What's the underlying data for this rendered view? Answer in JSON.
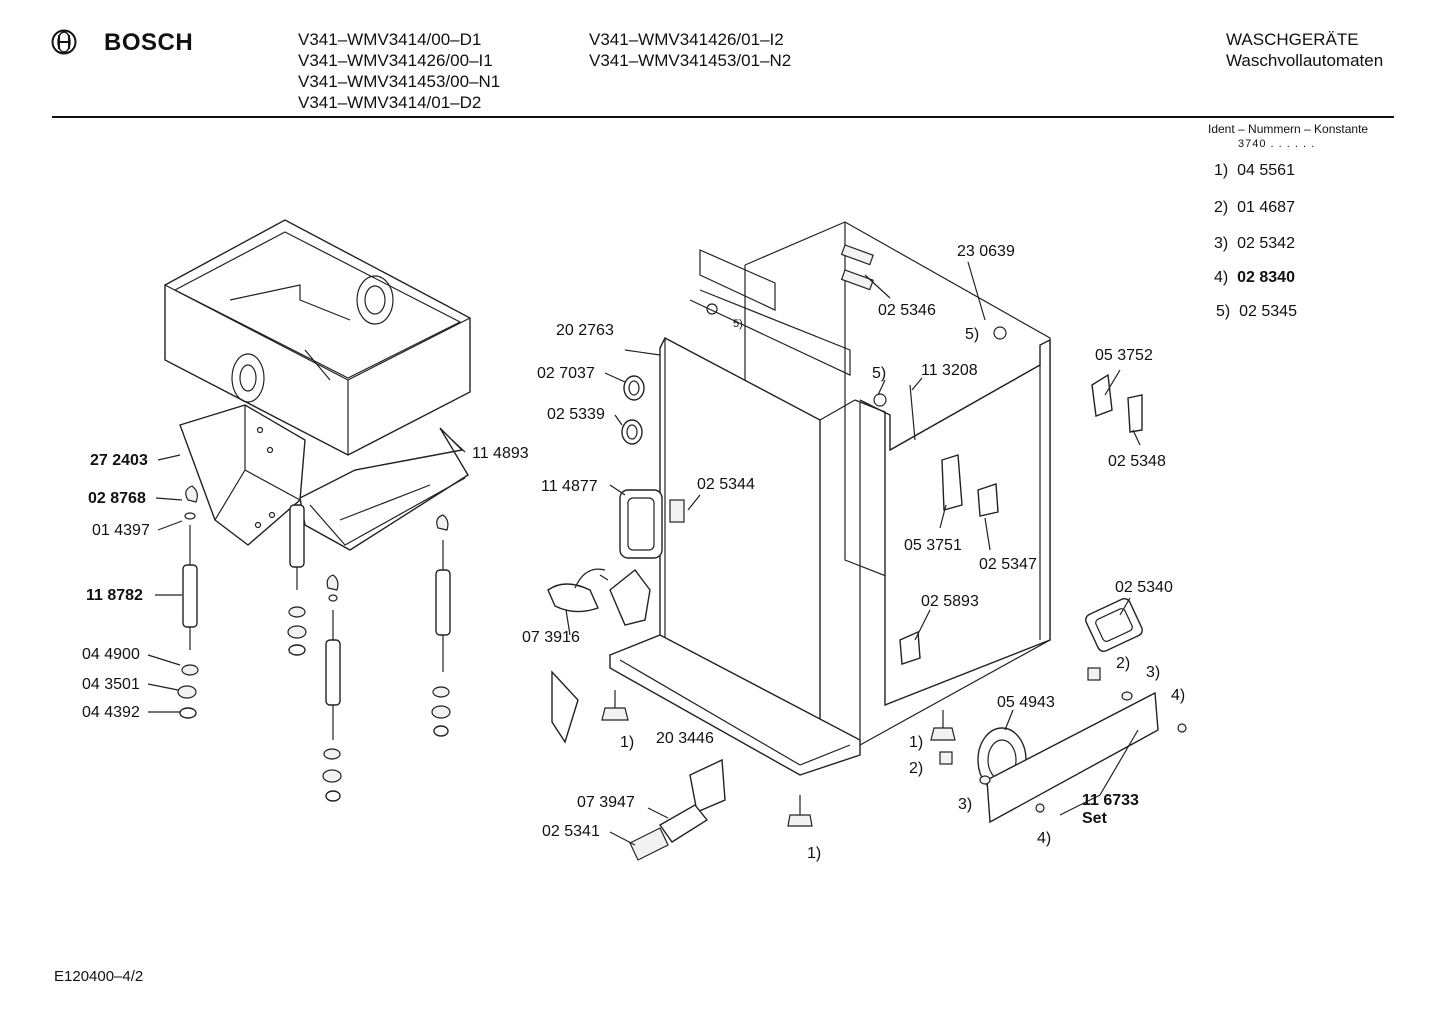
{
  "header": {
    "brand": "BOSCH",
    "models_col1": [
      "V341–WMV3414/00–D1",
      "V341–WMV341426/00–I1",
      "V341–WMV341453/00–N1",
      "V341–WMV3414/01–D2"
    ],
    "models_col2": [
      "V341–WMV341426/01–I2",
      "V341–WMV341453/01–N2"
    ],
    "category": "WASCHGERÄTE",
    "subcategory": "Waschvollautomaten"
  },
  "ident": {
    "title": "Ident – Nummern – Konstante",
    "code": "3740 . . . . . .",
    "rows": [
      {
        "key": "1)",
        "value": "04 5561"
      },
      {
        "key": "2)",
        "value": "01 4687"
      },
      {
        "key": "3)",
        "value": "02 5342"
      },
      {
        "key": "4)",
        "value": "02 8340"
      },
      {
        "key": "5)",
        "value": "02 5345"
      }
    ]
  },
  "parts": {
    "p272403": "27 2403",
    "p114893": "11 4893",
    "p028768": "02 8768",
    "p014397": "01 4397",
    "p118782": "11 8782",
    "p044900": "04 4900",
    "p043501": "04 3501",
    "p044392": "04 4392",
    "p202763": "20 2763",
    "p027037": "02 7037",
    "p025339": "02 5339",
    "p114877": "11 4877",
    "p025344": "02 5344",
    "p073916": "07 3916",
    "p203446": "20 3446",
    "p073947": "07 3947",
    "p025341": "02 5341",
    "p230639": "23 0639",
    "p025346": "02 5346",
    "p113208": "11 3208",
    "p053752": "05 3752",
    "p025348": "02 5348",
    "p053751": "05 3751",
    "p025347": "02 5347",
    "p025893": "02 5893",
    "p025340": "02 5340",
    "p054943": "05 4943",
    "p116733": "11 6733",
    "set": "Set",
    "r1": "1)",
    "r2": "2)",
    "r3": "3)",
    "r4": "4)",
    "r5": "5)"
  },
  "footer": {
    "code": "E120400–4/2"
  }
}
